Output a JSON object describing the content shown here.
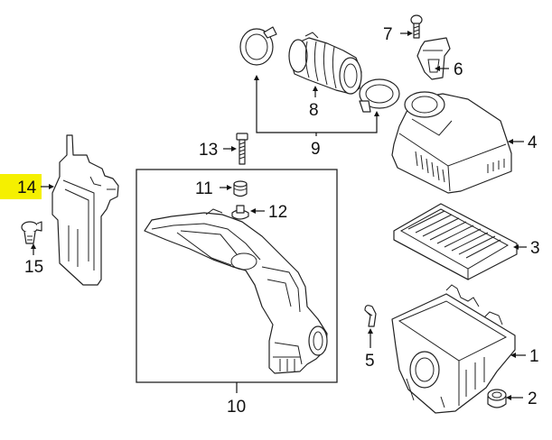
{
  "callouts": {
    "c1": "1",
    "c2": "2",
    "c3": "3",
    "c4": "4",
    "c5": "5",
    "c6": "6",
    "c7": "7",
    "c8": "8",
    "c9": "9",
    "c10": "10",
    "c11": "11",
    "c12": "12",
    "c13": "13",
    "c14": "14",
    "c15": "15"
  },
  "highlight": {
    "color": "#f5f000",
    "callout": "14"
  },
  "colors": {
    "line": "#222222",
    "background": "#ffffff"
  }
}
